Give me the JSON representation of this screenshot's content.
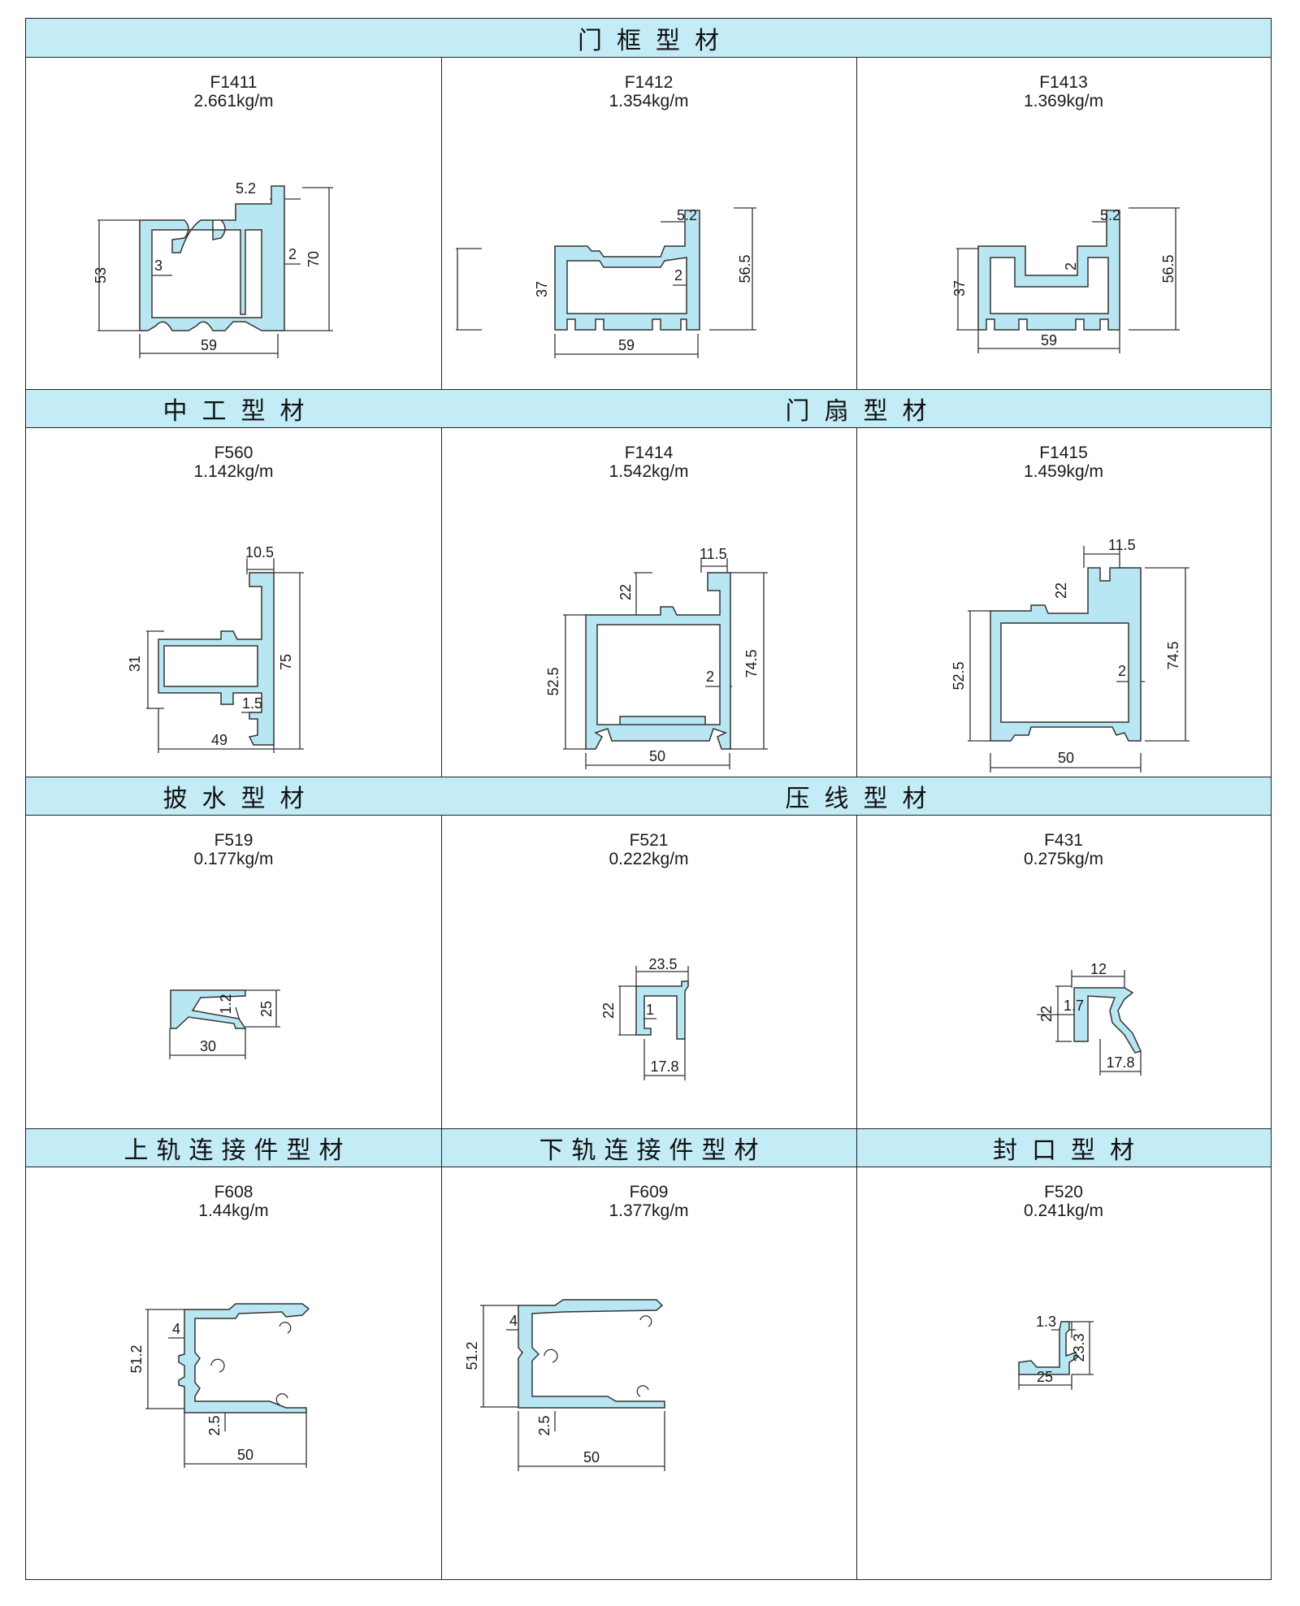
{
  "colors": {
    "header_bg": "#c4ecf6",
    "profile_fill": "#b9e6f3",
    "profile_stroke": "#333333",
    "line": "#222222"
  },
  "sections": [
    {
      "title": "门框型材"
    },
    {
      "title": "中工型材"
    },
    {
      "title": "门扇型材"
    },
    {
      "title": "披水型材"
    },
    {
      "title": "压线型材"
    },
    {
      "title": "上轨连接件型材"
    },
    {
      "title": "下轨连接件型材"
    },
    {
      "title": "封口型材"
    }
  ],
  "profiles": [
    {
      "code": "F1411",
      "weight": "2.661kg/m",
      "dims": [
        "5.2",
        "53",
        "3",
        "2",
        "70",
        "59"
      ]
    },
    {
      "code": "F1412",
      "weight": "1.354kg/m",
      "dims": [
        "5.2",
        "37",
        "2",
        "56.5",
        "59"
      ]
    },
    {
      "code": "F1413",
      "weight": "1.369kg/m",
      "dims": [
        "5.2",
        "37",
        "2",
        "56.5",
        "59"
      ]
    },
    {
      "code": "F560",
      "weight": "1.142kg/m",
      "dims": [
        "10.5",
        "31",
        "75",
        "1.5",
        "49"
      ]
    },
    {
      "code": "F1414",
      "weight": "1.542kg/m",
      "dims": [
        "11.5",
        "22",
        "52.5",
        "2",
        "74.5",
        "50"
      ]
    },
    {
      "code": "F1415",
      "weight": "1.459kg/m",
      "dims": [
        "11.5",
        "22",
        "52.5",
        "2",
        "74.5",
        "50"
      ]
    },
    {
      "code": "F519",
      "weight": "0.177kg/m",
      "dims": [
        "1.2",
        "25",
        "30"
      ]
    },
    {
      "code": "F521",
      "weight": "0.222kg/m",
      "dims": [
        "23.5",
        "22",
        "1",
        "17.8"
      ]
    },
    {
      "code": "F431",
      "weight": "0.275kg/m",
      "dims": [
        "12",
        "22",
        "1.7",
        "17.8"
      ]
    },
    {
      "code": "F608",
      "weight": "1.44kg/m",
      "dims": [
        "4",
        "51.2",
        "2.5",
        "50"
      ]
    },
    {
      "code": "F609",
      "weight": "1.377kg/m",
      "dims": [
        "4",
        "51.2",
        "2.5",
        "50"
      ]
    },
    {
      "code": "F520",
      "weight": "0.241kg/m",
      "dims": [
        "1.3",
        "23.3",
        "25"
      ]
    }
  ]
}
